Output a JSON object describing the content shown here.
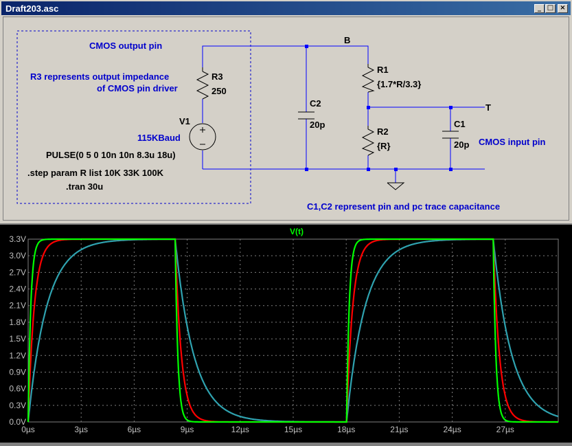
{
  "window": {
    "title": "Draft203.asc",
    "min_label": "_",
    "max_label": "□",
    "close_label": "×"
  },
  "schematic": {
    "net_b": "B",
    "net_t": "T",
    "r3_name": "R3",
    "r3_value": "250",
    "r1_name": "R1",
    "r1_value": "{1.7*R/3.3}",
    "r2_name": "R2",
    "r2_value": "{R}",
    "c2_name": "C2",
    "c2_value": "20p",
    "c1_name": "C1",
    "c1_value": "20p",
    "v1_name": "V1",
    "v1_label": "115KBaud",
    "v1_pulse": "PULSE(0 5 0 10n 10n 8.3u 18u)",
    "step_cmd": ".step param R list 10K 33K 100K",
    "tran_cmd": ".tran 30u",
    "comment_cmos_out": "CMOS output pin",
    "comment_r3_line1": "R3 represents output impedance",
    "comment_r3_line2": "of CMOS pin driver",
    "comment_cmos_in": "CMOS input pin",
    "comment_caps": "C1,C2 represent pin and pc trace capacitance"
  },
  "chart_data": {
    "type": "line",
    "title": "V(t)",
    "xlabel": "",
    "ylabel": "",
    "xlim": [
      0,
      30
    ],
    "ylim": [
      0,
      3.3
    ],
    "x_unit": "µs",
    "y_ticks": [
      "3.3V",
      "3.0V",
      "2.7V",
      "2.4V",
      "2.1V",
      "1.8V",
      "1.5V",
      "1.2V",
      "0.9V",
      "0.6V",
      "0.3V",
      "0.0V"
    ],
    "x_ticks": [
      "0µs",
      "3µs",
      "6µs",
      "9µs",
      "12µs",
      "15µs",
      "18µs",
      "21µs",
      "24µs",
      "27µs"
    ],
    "grid": true,
    "background": "#000000",
    "title_color": "#00ff00",
    "series": [
      {
        "color": "#00ff00",
        "tau_us": 0.15,
        "values_note": "R=10K"
      },
      {
        "color": "#ff0000",
        "tau_us": 0.35,
        "values_note": "R=33K"
      },
      {
        "color": "#2fa3b0",
        "tau_us": 1.05,
        "values_note": "R=100K"
      }
    ],
    "pulse": {
      "high_v": 3.3,
      "period_us": 18,
      "width_us": 8.3
    }
  },
  "colors": {
    "wire": "#0000ff",
    "component": "#000000",
    "comment": "#0000cc",
    "window_bg": "#d4d0c8",
    "titlebar": "#0a246a"
  }
}
